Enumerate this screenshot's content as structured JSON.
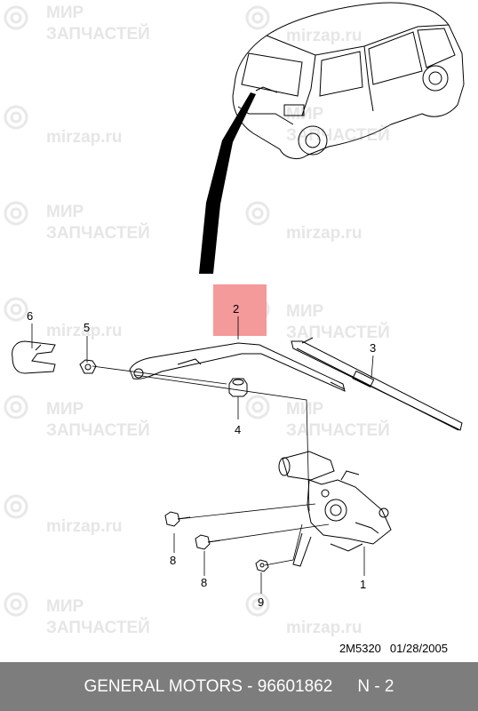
{
  "watermark": {
    "line1": "МИР",
    "line2": "ЗАПЧАСТЕЙ",
    "site": "mirzap.ru"
  },
  "callouts": {
    "part1": "1",
    "part2": "2",
    "part3": "3",
    "part4": "4",
    "part5": "5",
    "part6": "6",
    "part8a": "8",
    "part8b": "8",
    "part9": "9"
  },
  "colors": {
    "highlight": "#f49a9a",
    "footer_bg": "#7d7d7d",
    "footer_text": "#ffffff",
    "watermark": "#e6e6e6"
  },
  "drawing": {
    "code": "2M5320",
    "date": "01/28/2005"
  },
  "footer": {
    "part_label": "GENERAL MOTORS - 96601862",
    "page": "N - 2"
  }
}
